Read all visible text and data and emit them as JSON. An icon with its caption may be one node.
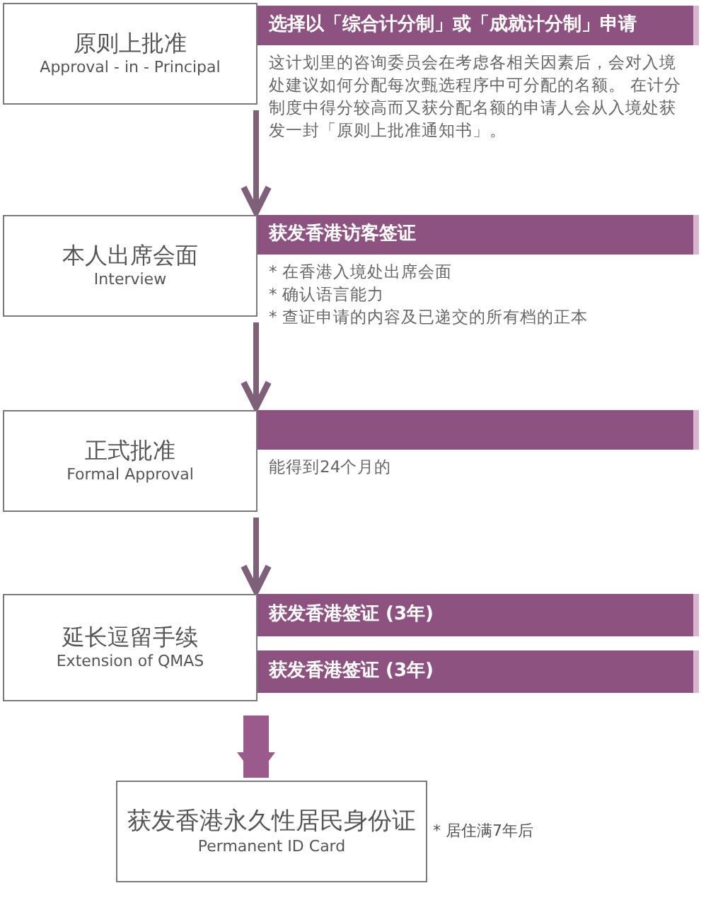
{
  "diagram": {
    "nodes": [
      {
        "text": [
          "原则上批准",
          "Approval - in - Principal"
        ]
      },
      {
        "text": [
          "选择以「综合计分制」或「成就计分制」申请",
          "这计划里的咨询委员会在考虑各相关因素后，会对入境处建议如何分配每次甄选程序中可分配的名额。 在计分制度中得分较高而又获分配名额的申请人会从入境处获发一封「原则上批准通知书」。"
        ]
      },
      {
        "text": [
          "本人出席会面",
          "Interview"
        ]
      },
      {
        "text": [
          "获发香港访客签证",
          "* 在香港入境处出席会面",
          "* 确认语言能力",
          "* 查证申请的内容及已递交的所有档的正本"
        ]
      },
      {
        "text": [
          "正式批准",
          "Formal Approval"
        ]
      },
      {
        "text": [
          "能得到24个月的"
        ]
      },
      {
        "text": [
          "延长逗留手续",
          "Extension of QMAS"
        ]
      },
      {
        "text": [
          "获发香港签证 (3年)"
        ]
      },
      {
        "text": [
          "获发香港签证 (3年)"
        ]
      },
      {
        "text": [
          "获发香港永久性居民身份证",
          "Permanent ID Card"
        ],
        "beside": [
          "* 居住满7年后"
        ]
      }
    ],
    "edges": [
      {
        "from": 0,
        "to": 2,
        "arrow": "to"
      },
      {
        "from": 2,
        "to": 4,
        "arrow": "to"
      },
      {
        "from": 4,
        "to": 6,
        "arrow": "to"
      },
      {
        "from": 6,
        "to": 9,
        "arrow": "to",
        "style": "thick"
      }
    ]
  }
}
